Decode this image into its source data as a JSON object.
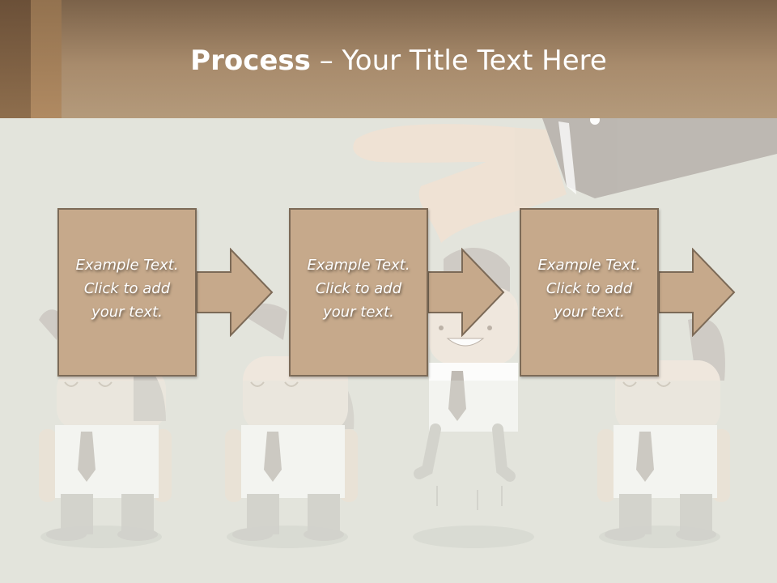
{
  "slide": {
    "title_bold": "Process",
    "title_dash": " – ",
    "title_rest": "Your Title Text Here",
    "steps": [
      {
        "text": "Example Text.\nClick  to add\nyour text."
      },
      {
        "text": "Example Text.\nClick  to add\nyour text."
      },
      {
        "text": "Example Text.\nClick  to add\nyour text."
      }
    ]
  },
  "colors": {
    "header": "#a88b6c",
    "box_fill": "#c6a98b",
    "box_border": "#7c6a57",
    "background": "#e3e4dc"
  }
}
